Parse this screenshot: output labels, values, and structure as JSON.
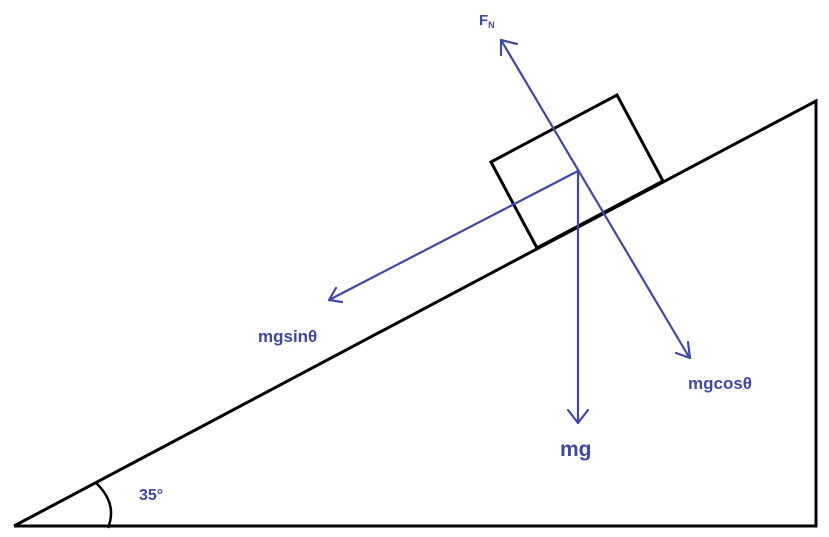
{
  "colors": {
    "outline": "#000000",
    "vector": "#3f47a8",
    "background": "#ffffff"
  },
  "labels": {
    "normal_force": "F",
    "normal_force_subscript": "N",
    "parallel_component": "mgsinθ",
    "weight": "mg",
    "perpendicular_component": "mgcosθ",
    "incline_angle": "35°"
  }
}
